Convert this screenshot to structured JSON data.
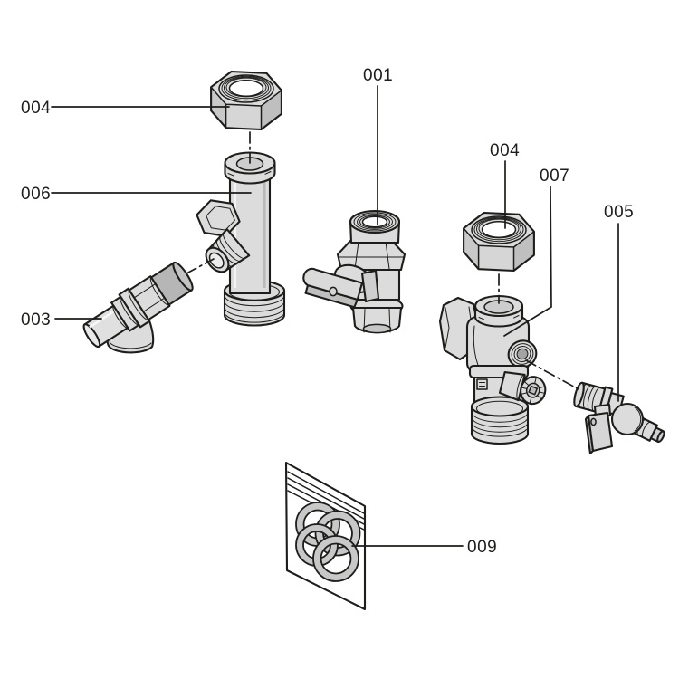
{
  "diagram": {
    "type": "exploded-parts-diagram",
    "background_color": "#ffffff",
    "line_color": "#1d1d1b",
    "part_fill_color": "#dcdcdc",
    "part_shade_color": "#b4b4b4",
    "callouts": [
      {
        "id": "001",
        "text": "001"
      },
      {
        "id": "003",
        "text": "003"
      },
      {
        "id": "004-left",
        "text": "004"
      },
      {
        "id": "004-right",
        "text": "004"
      },
      {
        "id": "005",
        "text": "005"
      },
      {
        "id": "006",
        "text": "006"
      },
      {
        "id": "007",
        "text": "007"
      },
      {
        "id": "009",
        "text": "009"
      }
    ]
  }
}
